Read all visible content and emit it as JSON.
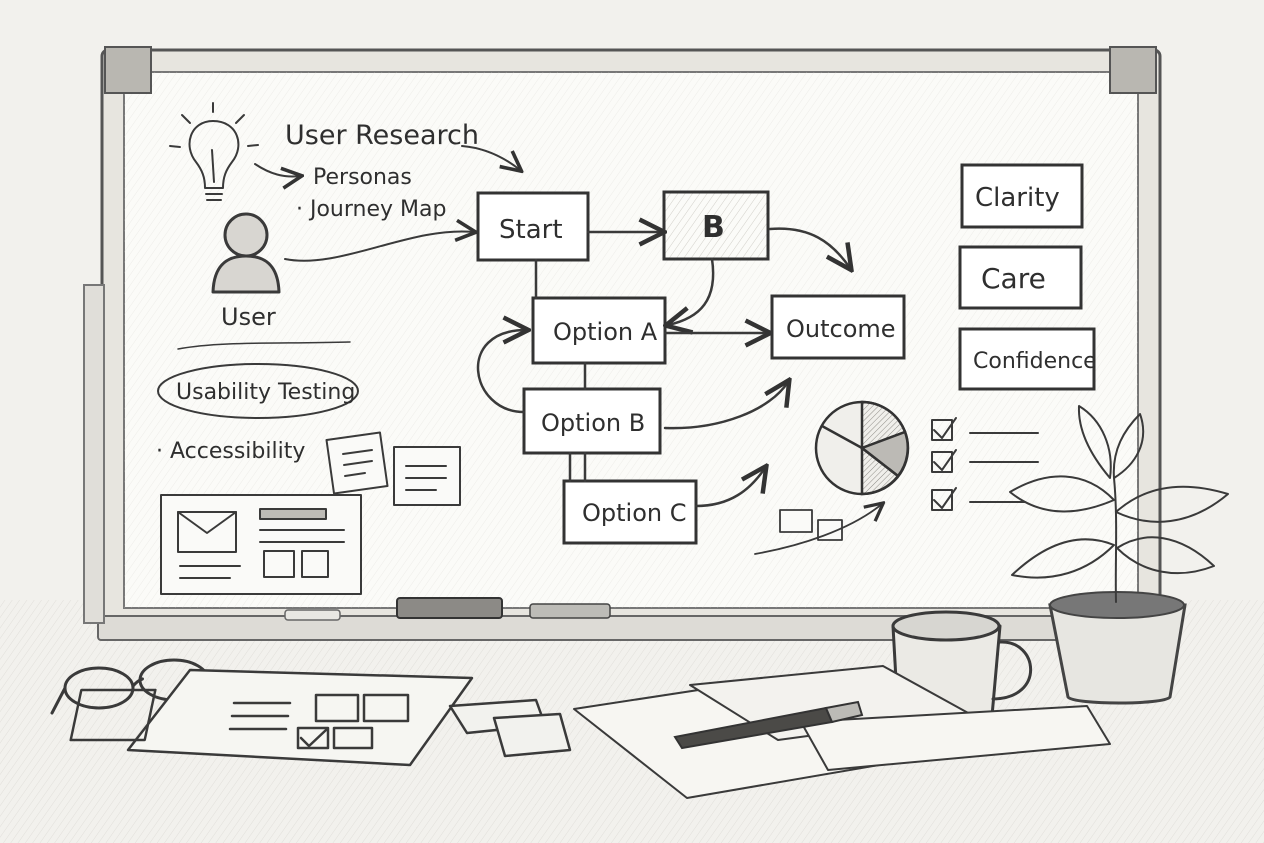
{
  "notes": {
    "research": "User Research",
    "personas": "Personas",
    "journey": "· Journey Map",
    "user": "User",
    "usability": "Usability Testing",
    "accessibility": "· Accessibility"
  },
  "flow": {
    "start": "Start",
    "b": "B",
    "option_a": "Option A",
    "option_b": "Option B",
    "option_c": "Option C",
    "outcome": "Outcome"
  },
  "values": [
    "Clarity",
    "Care",
    "Confidence"
  ],
  "icons": {
    "idea": "lightbulb-icon",
    "user": "user-icon",
    "chart": "pie-chart-icon",
    "check": "checkbox-icon",
    "mail": "envelope-icon"
  },
  "colors": {
    "board": "#fbfbf8",
    "ink": "#333333",
    "paper": "#f4f3ef"
  }
}
